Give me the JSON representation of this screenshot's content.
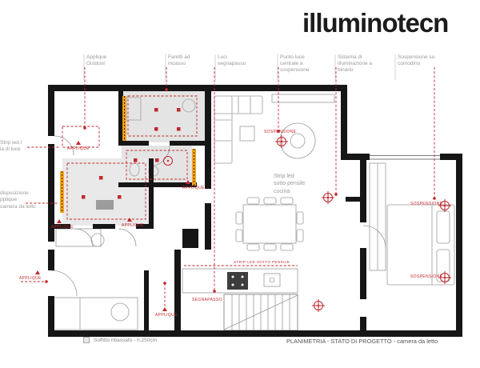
{
  "logo": {
    "text": "illuminotecn"
  },
  "annotations": {
    "top": [
      {
        "label": "Applique\nOutdoor"
      },
      {
        "label": "Faretti ad\nincasso"
      },
      {
        "label": "Luci\nsegnapasso"
      },
      {
        "label": "Punto luce\ncentrale a\nsospensione"
      },
      {
        "label": "Sistema di\nilluminazione a\nbinario"
      },
      {
        "label": "Sospensione su\ncomodino"
      }
    ],
    "left": [
      {
        "label": "Strip led /\nla di luce"
      },
      {
        "label": "disposizione\npplique\ncamera da letto"
      }
    ]
  },
  "plan_labels": {
    "applique": "APPLIQUE",
    "sospensione": "SOSPENSIONE",
    "strip_led_pensile": "STRIP LED SOTTO PENSILE",
    "segnapasso": "SEGNAPASSO",
    "strip_led_cucina": "Strip led\nsotto pensile\ncucina"
  },
  "legend": {
    "soffitto": "Soffitto ribassato - h.250cm"
  },
  "footer": {
    "title": "PLANIMETRIA - STATO DI PROGETTO - camera da letto"
  },
  "colors": {
    "annotation_red": "#c1272d",
    "wall_black": "#161616",
    "room_gray": "#e4e4e4",
    "furniture_gray": "#b5b5b5",
    "label_gray": "#9a9a9a",
    "strip_orange": "#f2a21c"
  }
}
